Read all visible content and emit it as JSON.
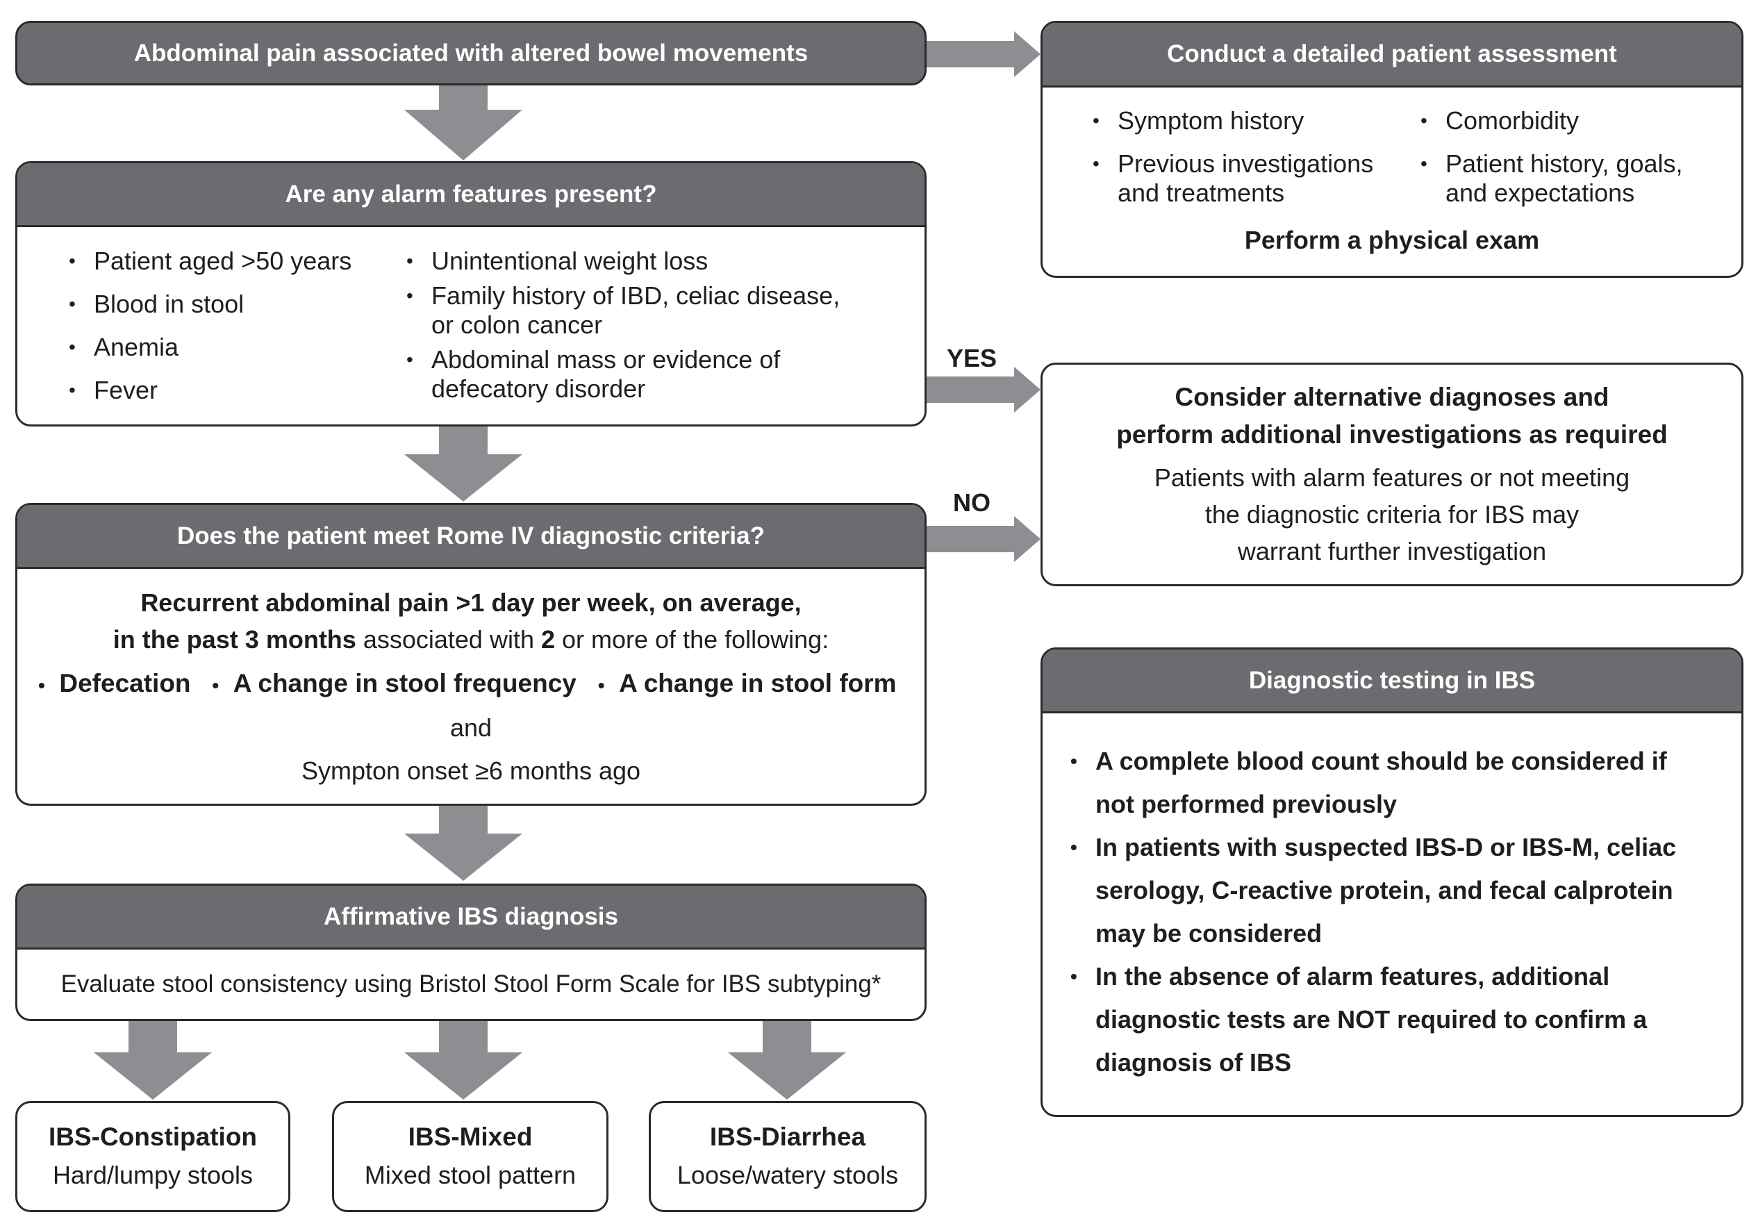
{
  "box_top": {
    "title": "Abdominal pain associated with altered bowel movements"
  },
  "alarm": {
    "title": "Are any alarm features present?",
    "col1": [
      "Patient aged >50 years",
      "Blood in stool",
      "Anemia",
      "Fever"
    ],
    "col2": [
      "Unintentional weight loss",
      "Family history of IBD, celiac disease,",
      "or colon cancer",
      "Abdominal mass or evidence of",
      "defecatory disorder"
    ]
  },
  "rome": {
    "title": "Does the patient meet Rome IV diagnostic criteria?",
    "line1": "Recurrent abdominal pain >1 day per week, on average,",
    "line2_bold": "in the past 3 months",
    "line2_mid": " associated with ",
    "line2_num": "2",
    "line2_end": " or more of the following:",
    "items": [
      "Defecation",
      "A change in stool frequency",
      "A change in stool form"
    ],
    "and": "and",
    "onset": "Sympton onset ≥6 months ago"
  },
  "affirm": {
    "title": "Affirmative IBS diagnosis",
    "text": "Evaluate stool consistency using Bristol Stool Form Scale for IBS subtyping*"
  },
  "subtypes": [
    {
      "name": "IBS-Constipation",
      "desc": "Hard/lumpy stools"
    },
    {
      "name": "IBS-Mixed",
      "desc": "Mixed stool pattern"
    },
    {
      "name": "IBS-Diarrhea",
      "desc": "Loose/watery stools"
    }
  ],
  "assessment": {
    "title": "Conduct a detailed patient assessment",
    "col1": [
      "Symptom history",
      "Previous investigations",
      "and treatments"
    ],
    "col2": [
      "Comorbidity",
      "Patient history, goals,",
      "and expectations"
    ],
    "footer": "Perform a physical exam"
  },
  "labels": {
    "yes": "YES",
    "no": "NO"
  },
  "alternative": {
    "title1": "Consider alternative diagnoses and",
    "title2": "perform additional investigations as required",
    "body1": "Patients with alarm features or not meeting",
    "body2": "the diagnostic criteria for IBS may",
    "body3": "warrant further investigation"
  },
  "testing": {
    "title": "Diagnostic testing in IBS",
    "items": [
      [
        "A complete blood count should be considered if",
        "not performed previously"
      ],
      [
        "In patients with suspected IBS-D or IBS-M, celiac",
        "serology, C-reactive protein, and fecal calprotein",
        "may be considered"
      ],
      [
        "In the absence of alarm features, additional",
        "diagnostic tests are NOT required to confirm a",
        "diagnosis of IBS"
      ]
    ]
  },
  "colors": {
    "header": "#6b6c70",
    "arrow": "#8d8e91",
    "border": "#2b2b2b"
  }
}
